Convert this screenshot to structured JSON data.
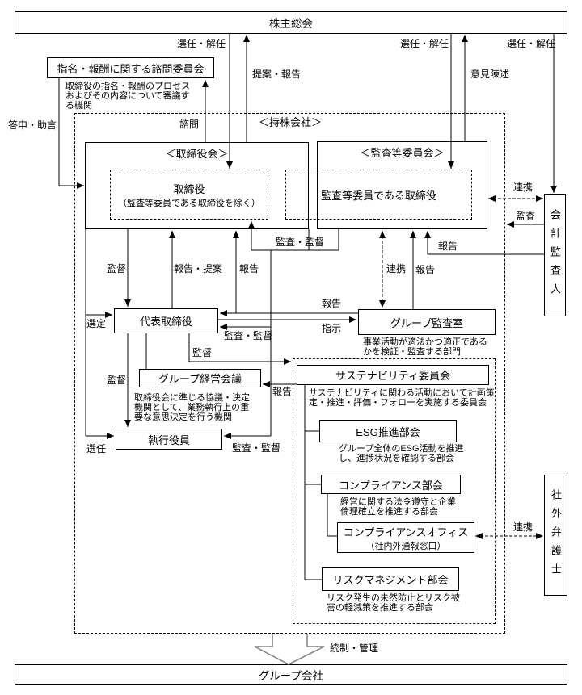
{
  "diagram": {
    "boxes": {
      "shareholders_meeting": "株主総会",
      "nomination_committee": "指名・報酬に関する諮問委員会",
      "holding_company": "＜持株会社＞",
      "board_of_directors": "＜取締役会＞",
      "directors_line1": "取締役",
      "directors_line2": "（監査等委員である取締役を除く）",
      "audit_committee": "＜監査等委員会＞",
      "audit_committee_directors": "監査等委員である取締役",
      "accounting_auditor": "会計監査人",
      "representative_director": "代表取締役",
      "group_audit_office": "グループ監査室",
      "group_management_meeting": "グループ経営会議",
      "executive_officers": "執行役員",
      "sustainability_committee": "サステナビリティ委員会",
      "esg_subcommittee": "ESG推進部会",
      "compliance_subcommittee": "コンプライアンス部会",
      "compliance_office_line1": "コンプライアンスオフィス",
      "compliance_office_line2": "（社内外通報窓口）",
      "risk_management_subcommittee": "リスクマネジメント部会",
      "outside_lawyer": "社外弁護士",
      "group_companies": "グループ会社"
    },
    "notes": {
      "nomination_committee": "取締役の指名・報酬のプロセスおよびその内容について審議する機関",
      "group_audit_office": "事業活動が適法かつ適正であるかを検証・監査する部門",
      "group_management_meeting": "取締役会に準じる協議・決定機関として、業務執行上の重要な意思決定を行う機関",
      "sustainability_committee": "サステナビリティに関わる活動において計画策定・推進・評価・フォローを実施する委員会",
      "esg_subcommittee": "グループ全体のESG活動を推進し、進捗状況を確認する部会",
      "compliance_subcommittee": "経営に関する法令遵守と企業倫理確立を推進する部会",
      "risk_management_subcommittee": "リスク発生の未然防止とリスク被害の軽減策を推進する部会"
    },
    "edge_labels": {
      "appoint_dismiss_board": "選任・解任",
      "appoint_dismiss_audit": "選任・解任",
      "appoint_dismiss_auditor": "選任・解任",
      "propose_report": "提案・報告",
      "opinion_statement": "意見陳述",
      "report_advice": "答申・助言",
      "consultation": "諮問",
      "cooperation_auditor": "連携",
      "audit_by_auditor": "監査",
      "report_by_auditor": "報告",
      "audit_supervise_directors": "監査・監督",
      "supervise_rep": "監督",
      "report_propose": "報告・提案",
      "report_to_board": "報告",
      "cooperation_audit_office": "連携",
      "report_office_to_committee": "報告",
      "appoint_rep": "選定",
      "report_office_to_rep": "報告",
      "instruct": "指示",
      "audit_supervise_rep": "監査・監督",
      "supervise_sustainability": "監督",
      "supervise_exec": "監督",
      "report_sustainability": "報告",
      "appoint_exec": "選任",
      "audit_supervise_exec": "監査・監督",
      "cooperation_lawyer": "連携",
      "control_manage": "統制・管理"
    },
    "colors": {
      "line": "#000000",
      "background": "#ffffff",
      "big_arrow_outline": "#808080"
    }
  }
}
